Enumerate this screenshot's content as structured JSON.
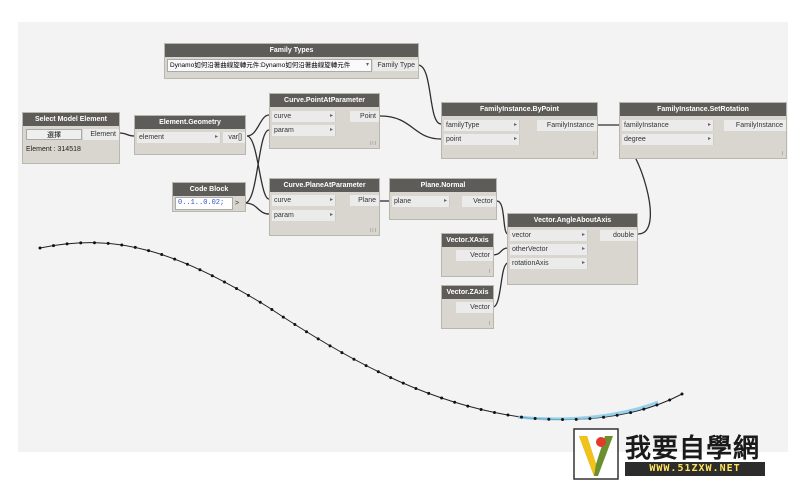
{
  "nodes": {
    "select_model_element": {
      "title": "Select Model Element",
      "button": "選擇",
      "output": "Element",
      "info": "Element : 314518"
    },
    "element_geometry": {
      "title": "Element.Geometry",
      "input": "element",
      "output": "var[]"
    },
    "code_block": {
      "title": "Code Block",
      "code": "0..1..0.02;",
      "output": ">"
    },
    "family_types": {
      "title": "Family Types",
      "selected": "Dynamo如何沿著曲線旋轉元件:Dynamo如何沿著曲線旋轉元件",
      "output": "Family Type"
    },
    "curve_point_at_parameter": {
      "title": "Curve.PointAtParameter",
      "inputs": [
        "curve",
        "param"
      ],
      "output": "Point"
    },
    "curve_plane_at_parameter": {
      "title": "Curve.PlaneAtParameter",
      "inputs": [
        "curve",
        "param"
      ],
      "output": "Plane"
    },
    "plane_normal": {
      "title": "Plane.Normal",
      "input": "plane",
      "output": "Vector"
    },
    "family_instance_by_point": {
      "title": "FamilyInstance.ByPoint",
      "inputs": [
        "familyType",
        "point"
      ],
      "output": "FamilyInstance"
    },
    "family_instance_set_rotation": {
      "title": "FamilyInstance.SetRotation",
      "inputs": [
        "familyInstance",
        "degree"
      ],
      "output": "FamilyInstance"
    },
    "vector_angle_about_axis": {
      "title": "Vector.AngleAboutAxis",
      "inputs": [
        "vector",
        "otherVector",
        "rotationAxis"
      ],
      "output": "double"
    },
    "vector_xaxis": {
      "title": "Vector.XAxis",
      "output": "Vector"
    },
    "vector_zaxis": {
      "title": "Vector.ZAxis",
      "output": "Vector"
    }
  },
  "watermark": {
    "text": "我要自學網",
    "url": "WWW.51ZXW.NET"
  },
  "colors": {
    "canvas": "#f3f3f3",
    "node_header": "#5e5c58",
    "node_body": "#d9d6cf",
    "wire": "#2e2e2e",
    "curve_highlight": "#7fc8e8"
  }
}
